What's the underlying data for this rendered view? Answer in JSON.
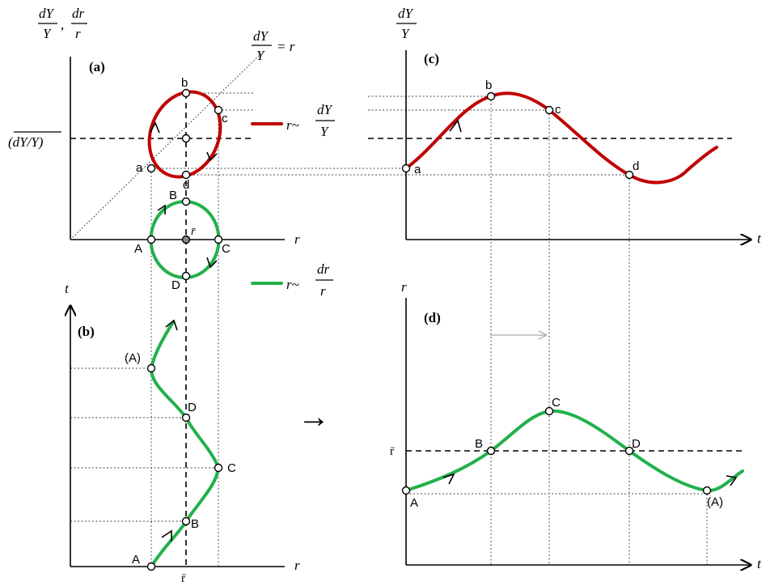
{
  "panels": {
    "a": "(a)",
    "b": "(b)",
    "c": "(c)",
    "d": "(d)"
  },
  "axes": {
    "growth_num": "dY",
    "growth_den": "Y",
    "rate_num": "dr",
    "rate_den": "r",
    "comma": ",",
    "r": "r",
    "t": "t",
    "mean_growth": "(dY/Y)",
    "diag_r": "= r",
    "r_bar": "r̄",
    "r_bar_plain": "r̄"
  },
  "legend": {
    "red_prefix": "r~",
    "red_num": "dY",
    "red_den": "Y",
    "green_prefix": "r~",
    "green_num": "dr",
    "green_den": "r",
    "red_color": "#c00000",
    "green_color": "#22b14c"
  },
  "points": {
    "lower": [
      "a",
      "b",
      "c",
      "d"
    ],
    "upper": [
      "A",
      "B",
      "C",
      "D",
      "(A)"
    ]
  },
  "arrow_glyph": "→"
}
